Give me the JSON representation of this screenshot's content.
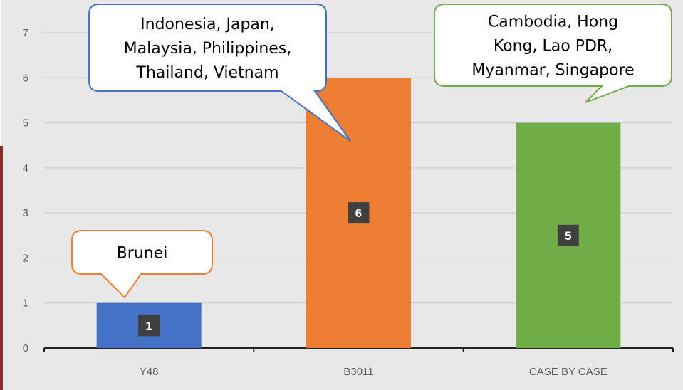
{
  "chart_data": {
    "type": "bar",
    "categories": [
      "Y48",
      "B3011",
      "CASE BY CASE"
    ],
    "values": [
      1,
      6,
      5
    ],
    "colors": [
      "#4472c4",
      "#ed7d31",
      "#70ad47"
    ],
    "ylim": [
      0,
      7
    ],
    "yticks": [
      0,
      1,
      2,
      3,
      4,
      5,
      6,
      7
    ],
    "grid": true,
    "data_labels": [
      "1",
      "6",
      "5"
    ],
    "annotations": [
      {
        "category": "Y48",
        "lines": [
          "Brunei"
        ],
        "border_color": "#ed7d31"
      },
      {
        "category": "B3011",
        "lines": [
          "Indonesia, Japan,",
          "Malaysia, Philippines,",
          "Thailand, Vietnam"
        ],
        "border_color": "#4472c4"
      },
      {
        "category": "CASE BY CASE",
        "lines": [
          "Cambodia, Hong",
          "Kong, Lao PDR,",
          "Myanmar, Singapore"
        ],
        "border_color": "#70ad47"
      }
    ]
  }
}
